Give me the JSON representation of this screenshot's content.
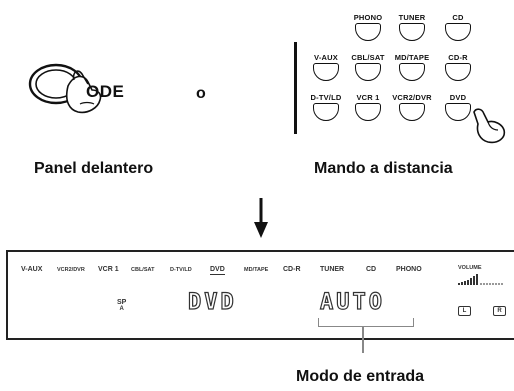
{
  "front_panel": {
    "mode_label": "ODE",
    "caption": "Panel delantero"
  },
  "connector": "o",
  "remote": {
    "caption": "Mando a distancia",
    "buttons": [
      {
        "label": "PHONO"
      },
      {
        "label": "TUNER"
      },
      {
        "label": "CD"
      },
      {
        "label": "V-AUX"
      },
      {
        "label": "CBL/SAT"
      },
      {
        "label": "MD/TAPE"
      },
      {
        "label": "CD-R"
      },
      {
        "label": "D-TV/LD"
      },
      {
        "label": "VCR 1"
      },
      {
        "label": "VCR2/DVR"
      },
      {
        "label": "DVD"
      }
    ]
  },
  "display": {
    "sources": [
      "V-AUX",
      "VCR2/DVR",
      "VCR 1",
      "CBL/SAT",
      "D-TV/LD",
      "DVD",
      "MD/TAPE",
      "CD-R",
      "TUNER",
      "CD",
      "PHONO"
    ],
    "active_source": "DVD",
    "volume_label": "VOLUME",
    "sp_label": "SP",
    "sp_sub": "A",
    "main_text": "DVD",
    "mode_text": "AUTO",
    "left_indicator": "L",
    "right_indicator": "R"
  },
  "annotation": "Modo de entrada"
}
